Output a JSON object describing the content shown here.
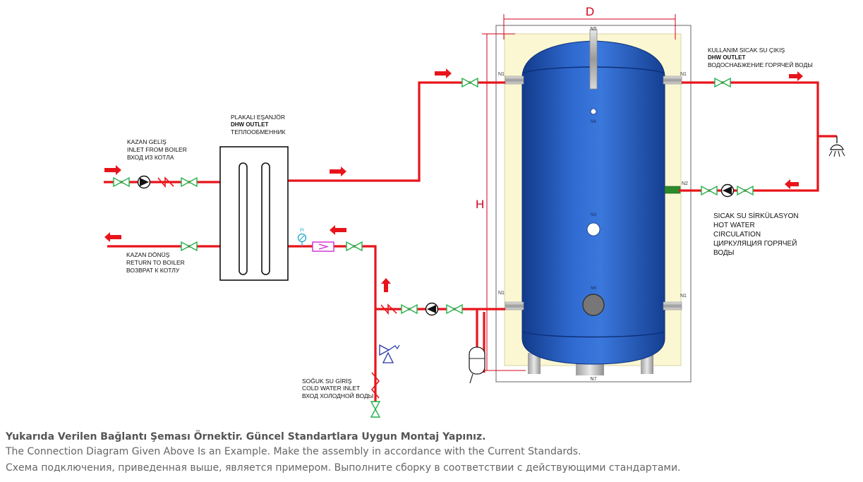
{
  "labels": {
    "boiler_inlet": [
      "KAZAN GELİŞ",
      "INLET FROM BOILER",
      "ВХОД ИЗ КОТЛА"
    ],
    "boiler_return": [
      "KAZAN DÖNÜŞ",
      "RETURN TO BOILER",
      "ВОЗВРАТ К КОТЛУ"
    ],
    "heat_exchanger": [
      "PLAKALI EŞANJÖR",
      "DHW OUTLET",
      "ТЕПЛООБМЕННИК"
    ],
    "cold_water_inlet": [
      "SOĞUK SU GİRİŞ",
      "COLD WATER INLET",
      "ВХОД ХОЛОДНОЙ ВОДЫ"
    ],
    "hot_water_outlet": [
      "KULLANIM SICAK SU ÇIKIŞ",
      "DHW OUTLET",
      "ВОДОСНАБЖЕНИЕ ГОРЯЧЕЙ ВОДЫ"
    ],
    "circulation": [
      "SICAK SU SİRKÜLASYON",
      "HOT WATER",
      "CIRCULATION",
      "ЦИРКУЛЯЦИЯ ГОРЯЧЕЙ",
      "ВОДЫ"
    ]
  },
  "dimensions": {
    "diameter": "D",
    "height": "H"
  },
  "nozzles": {
    "top": "N5",
    "n1_tl": "N1",
    "n1_tr": "N1",
    "n1_bl": "N1",
    "n1_br": "N1",
    "n2": "N2",
    "n3": "N3",
    "n4": "N4",
    "n6": "N6",
    "bottom": "N7"
  },
  "gauge": "PI",
  "notes": {
    "tr": "Yukarıda Verilen Bağlantı Şeması Örnektir. Güncel Standartlara Uygun Montaj Yapınız.",
    "en": "The Connection Diagram Given Above Is an Example. Make the assembly in accordance with the Current Standards.",
    "ru": "Схема подключения, приведенная выше, является примером. Выполните сборку в соответствии с действующими стандартами."
  },
  "colors": {
    "pipe": "#e8141b",
    "valve": "#23b04a",
    "tank": "#1f56b8",
    "insulation": "#fbf7d2",
    "dimension": "#d3001b"
  }
}
